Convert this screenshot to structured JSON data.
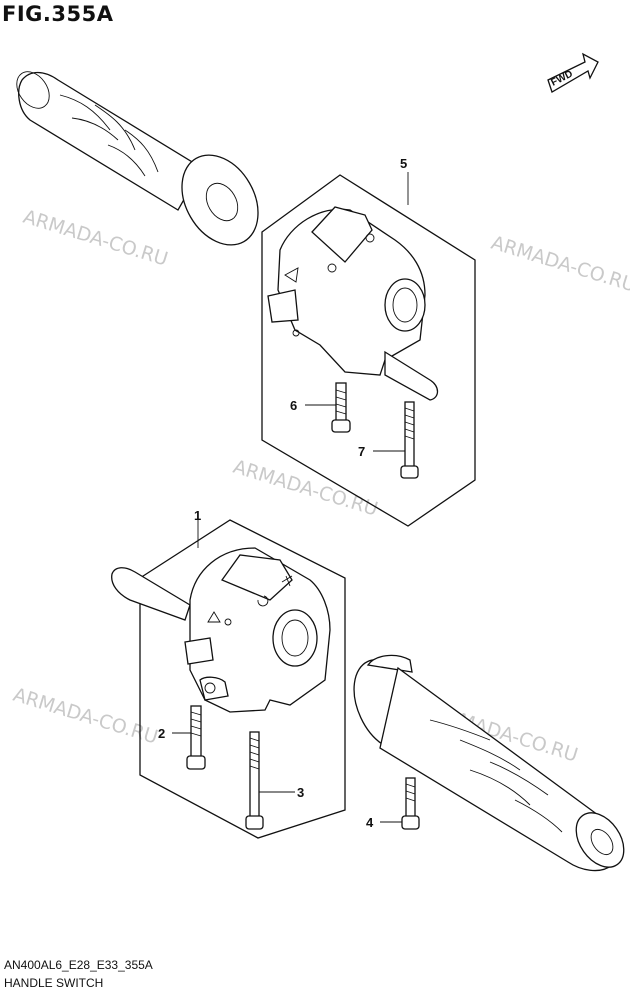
{
  "figure": {
    "title": "FIG.355A",
    "code": "AN400AL6_E28_E33_355A",
    "name": "HANDLE SWITCH"
  },
  "direction_label": "FWD",
  "watermark": "ARMADA-CO.RU",
  "callouts": [
    "1",
    "2",
    "3",
    "4",
    "5",
    "6",
    "7"
  ],
  "colors": {
    "line": "#111111",
    "watermark": "#b8b8b8",
    "background": "#ffffff"
  }
}
